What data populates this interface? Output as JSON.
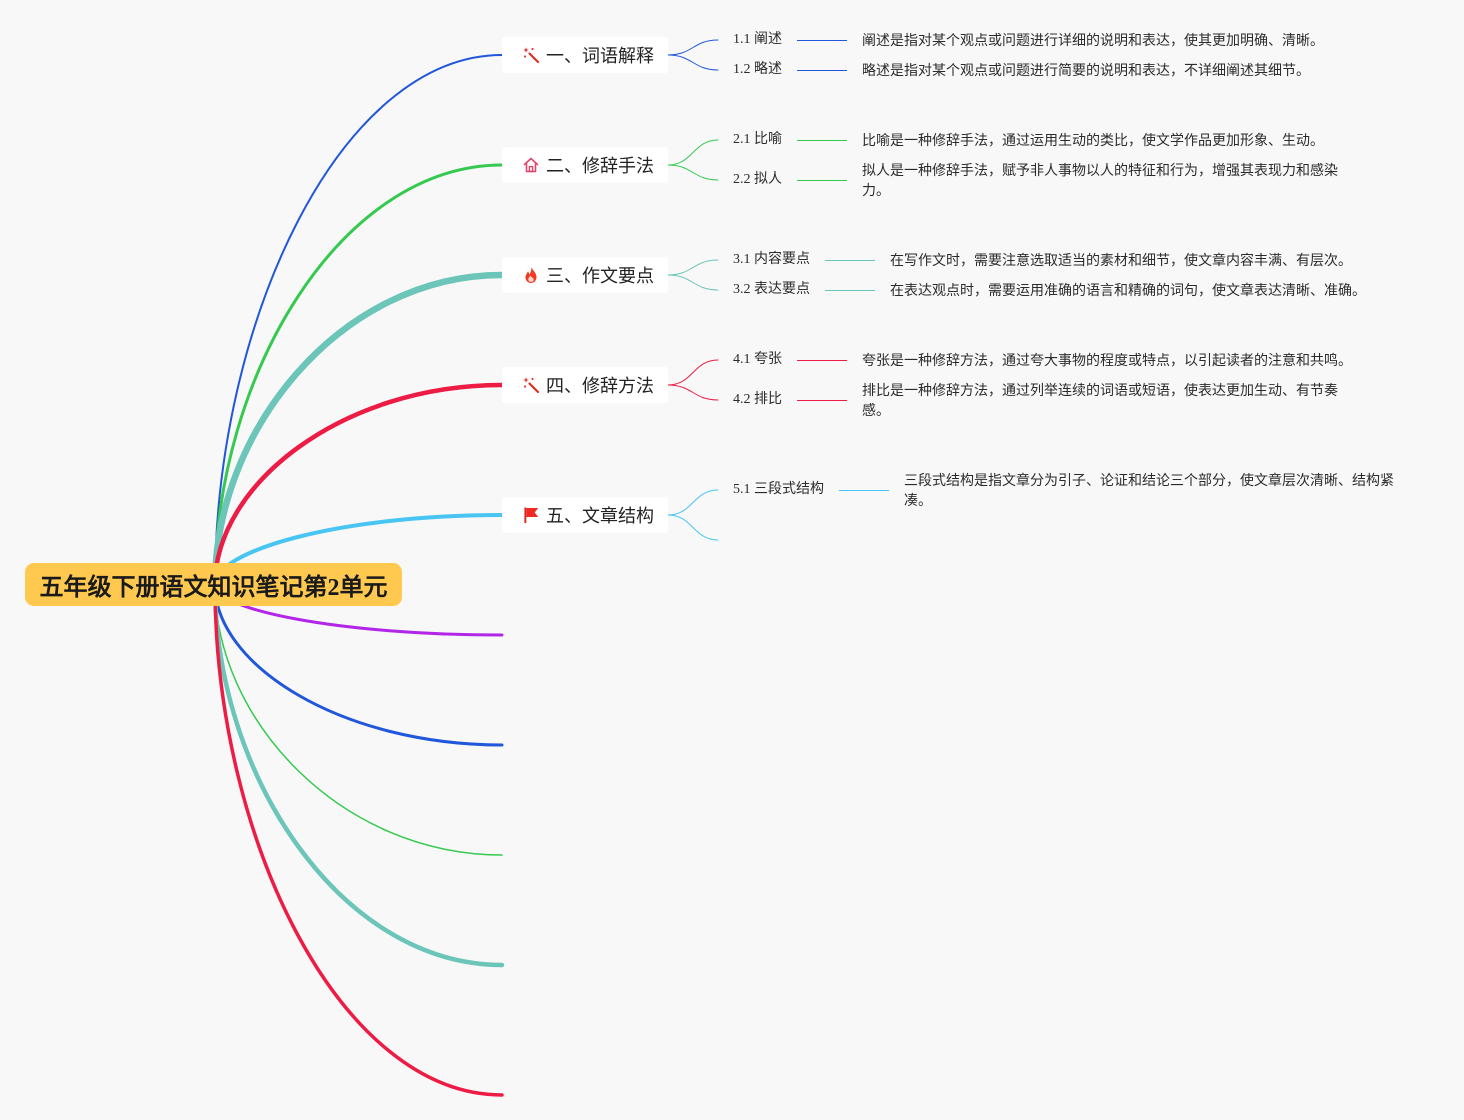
{
  "colors": {
    "background": "#F8F8F8",
    "root_fill": "#FFC94F"
  },
  "root": {
    "title": "五年级下册语文知识笔记第2单元"
  },
  "topics": [
    {
      "title": "一、词语解释",
      "icon": "magic-wand-icon",
      "color": "#2157DA",
      "subtopics": [
        {
          "title": "1.1 阐述",
          "note": "阐述是指对某个观点或问题进行详细的说明和表达，使其更加明确、清晰。"
        },
        {
          "title": "1.2 略述",
          "note": "略述是指对某个观点或问题进行简要的说明和表达，不详细阐述其细节。"
        }
      ]
    },
    {
      "title": "二、修辞手法",
      "icon": "house-icon",
      "color": "#36C950",
      "subtopics": [
        {
          "title": "2.1 比喻",
          "note": "比喻是一种修辞手法，通过运用生动的类比，使文学作品更加形象、生动。"
        },
        {
          "title": "2.2 拟人",
          "note": "拟人是一种修辞手法，赋予非人事物以人的特征和行为，增强其表现力和感染力。"
        }
      ]
    },
    {
      "title": "三、作文要点",
      "icon": "fire-icon",
      "color": "#6CC5B9",
      "subtopics": [
        {
          "title": "3.1 内容要点",
          "note": "在写作文时，需要注意选取适当的素材和细节，使文章内容丰满、有层次。"
        },
        {
          "title": "3.2 表达要点",
          "note": "在表达观点时，需要运用准确的语言和精确的词句，使文章表达清晰、准确。"
        }
      ]
    },
    {
      "title": "四、修辞方法",
      "icon": "magic-wand-icon",
      "color": "#EC1C45",
      "subtopics": [
        {
          "title": "4.1 夸张",
          "note": "夸张是一种修辞方法，通过夸大事物的程度或特点，以引起读者的注意和共鸣。"
        },
        {
          "title": "4.2 排比",
          "note": "排比是一种修辞方法，通过列举连续的词语或短语，使表达更加生动、有节奏感。"
        }
      ]
    },
    {
      "title": "五、文章结构",
      "icon": "flag-icon",
      "color": "#48C5F2",
      "subtopics": [
        {
          "title": "5.1 三段式结构",
          "note": "三段式结构是指文章分为引子、论证和结论三个部分，使文章层次清晰、结构紧凑。"
        }
      ]
    }
  ],
  "empty_branches": [
    {
      "color": "#B226E8"
    },
    {
      "color": "#2157DA"
    },
    {
      "color": "#36C950"
    },
    {
      "color": "#6CC5B9"
    },
    {
      "color": "#EC1C45"
    }
  ]
}
